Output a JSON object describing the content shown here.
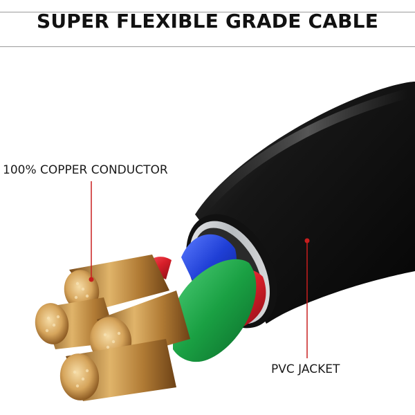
{
  "header": {
    "title": "SUPER FLEXIBLE GRADE CABLE"
  },
  "callouts": {
    "conductor_label": "100% COPPER CONDUCTOR",
    "jacket_label": "PVC JACKET"
  },
  "colors": {
    "jacket": "#0b0b0b",
    "shield": "#cfd3d6",
    "blue_wire": "#1f3fd6",
    "green_wire": "#1aa043",
    "red_wire": "#d81f2a",
    "copper": "#c9974a",
    "callout_line": "#c81e1e"
  },
  "icons": {
    "conductor_marker": "red-dot-icon",
    "jacket_marker": "red-dot-icon"
  }
}
